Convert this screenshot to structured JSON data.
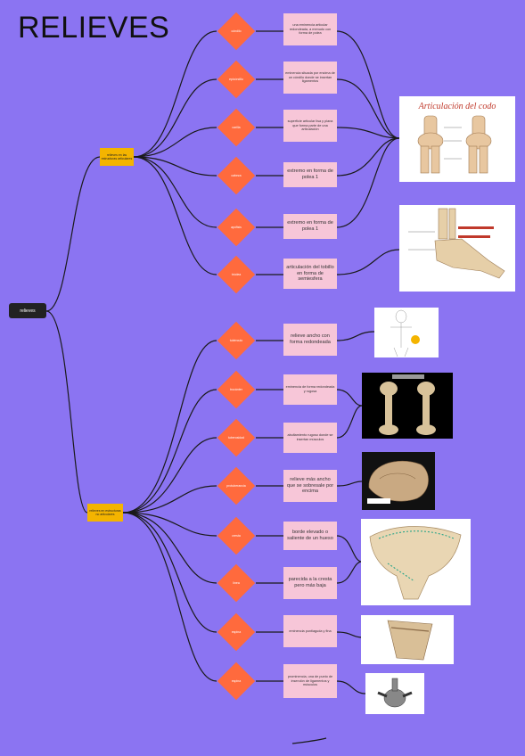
{
  "title": "RELIEVES",
  "root_label": "relieves",
  "categories": [
    {
      "label": "relieves en las estructuras articulares"
    },
    {
      "label": "relieves en estructuras no articulares"
    }
  ],
  "branch1": [
    {
      "label": "cóndilo",
      "note": "una eminencia articular redondeada, a menudo con forma de polea"
    },
    {
      "label": "epicóndilo",
      "note": "eminencia situada por encima de un cóndilo donde se insertan ligamentos"
    },
    {
      "label": "carilla",
      "note": "superficie articular lisa y plana que forma parte de una articulación"
    },
    {
      "label": "cabeza",
      "note": "extremo en forma de polea 1"
    },
    {
      "label": "apófisis",
      "note": "extremo en forma de polea 1"
    },
    {
      "label": "tróclea",
      "note": "articulación del tobillo en forma de semiesfera"
    }
  ],
  "branch2": [
    {
      "label": "tubérculo",
      "note": "relieve ancho con forma redondeada"
    },
    {
      "label": "trocánter",
      "note": "eminencia de forma redondeada y rugosa"
    },
    {
      "label": "tuberosidad",
      "note": "abultamiento rugoso donde se insertan músculos"
    },
    {
      "label": "protuberancia",
      "note": "relieve más ancho que se sobresale por encima"
    },
    {
      "label": "cresta",
      "note": "borde elevado o saliente de un hueso"
    },
    {
      "label": "línea",
      "note": "parecida a la cresta pero más baja"
    },
    {
      "label": "espina",
      "note": "eminencia puntiaguda y fina"
    },
    {
      "label": "espina",
      "note": "prominencia, una de punto de inserción de ligamentos y músculos"
    }
  ],
  "images": [
    {
      "caption": "Articulación del codo"
    },
    {
      "caption": ""
    }
  ],
  "colors": {
    "background": "#8b74f2",
    "diamond": "#ff6a3d",
    "note": "#f7c6d8",
    "category": "#f4b400",
    "root": "#222222"
  }
}
